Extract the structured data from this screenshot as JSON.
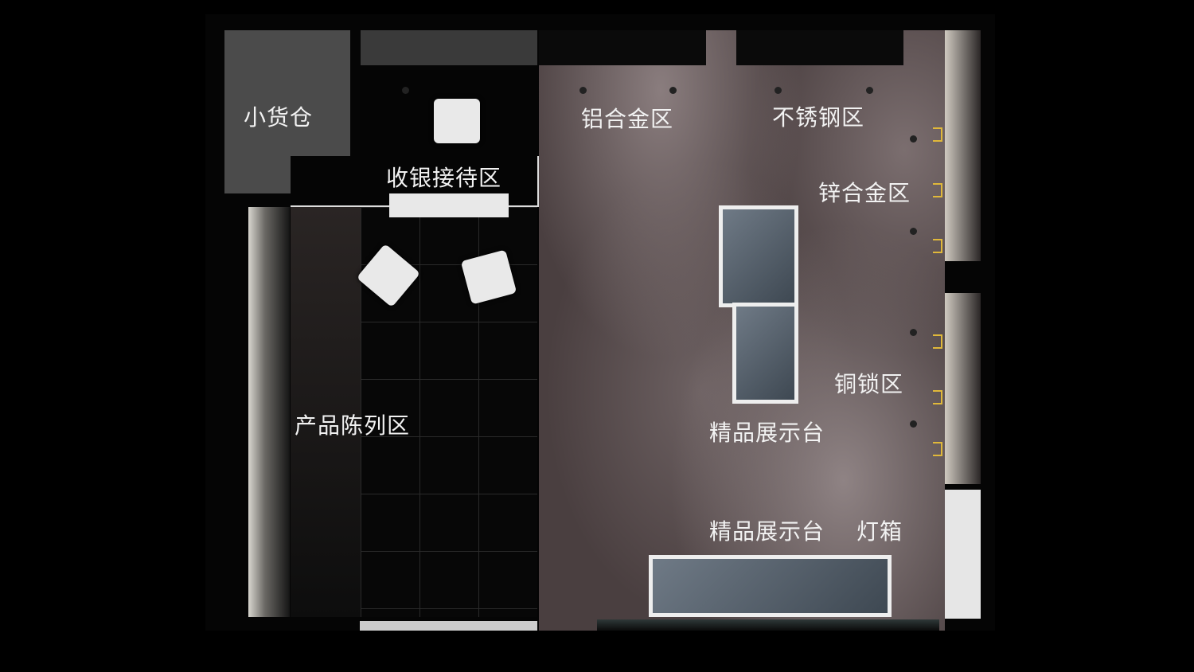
{
  "zones": {
    "storage": "小货仓",
    "cashier": "收银接待区",
    "aluminum": "铝合金区",
    "stainless": "不锈钢区",
    "zinc": "锌合金区",
    "copper": "铜锁区",
    "product_display": "产品陈列区",
    "showcase_center": "精品展示台",
    "showcase_bottom": "精品展示台",
    "lightbox": "灯箱"
  },
  "colors": {
    "floor": "#4a3f40",
    "storage": "#4b4b4b",
    "island": "#56616c",
    "accent_hooks": "#e0b83a"
  }
}
